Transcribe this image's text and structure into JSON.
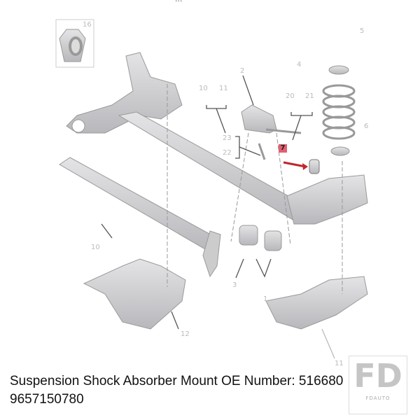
{
  "top_text_fragment": "...",
  "diagram": {
    "callouts": [
      "16",
      "2",
      "10",
      "11",
      "20",
      "21",
      "23",
      "22",
      "7",
      "5",
      "4",
      "6",
      "10",
      "12",
      "3",
      "1",
      "11"
    ],
    "highlighted_part": "7",
    "highlight_color": "#e06070",
    "arrow_color": "#c0262c"
  },
  "caption": {
    "line1": "Suspension Shock Absorber Mount OE Number: 516680",
    "line2": "9657150780"
  },
  "watermark": {
    "logo": "FD",
    "text": "FDAUTO"
  }
}
